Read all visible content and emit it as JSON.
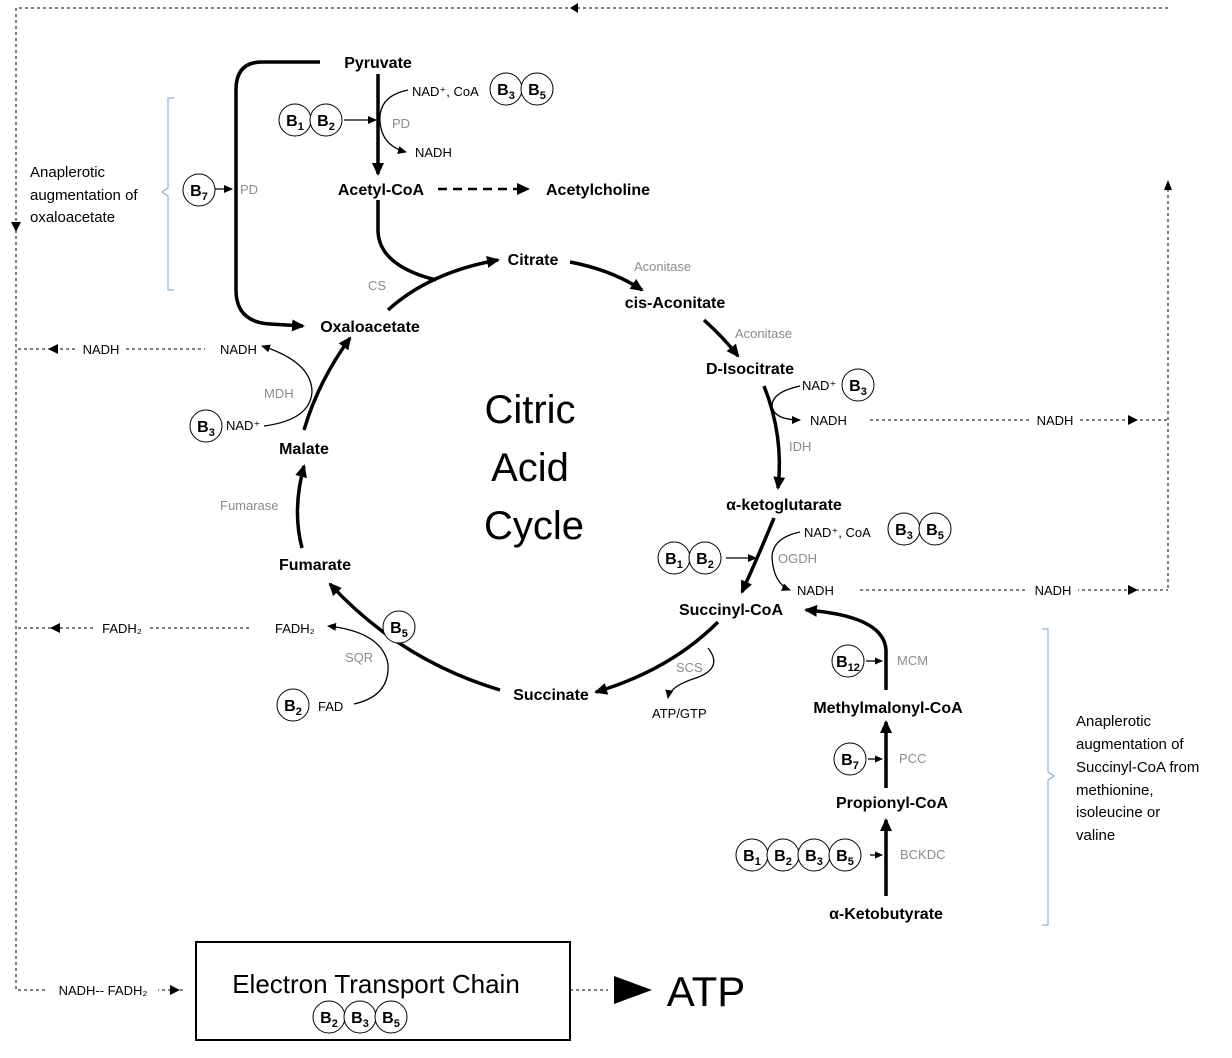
{
  "metabolites": {
    "pyruvate": "Pyruvate",
    "acetyl_coa": "Acetyl-CoA",
    "acetylcholine": "Acetylcholine",
    "citrate": "Citrate",
    "cis_aconitate": "cis-Aconitate",
    "d_isocitrate": "D-Isocitrate",
    "alpha_ketoglutarate": "α-ketoglutarate",
    "succinyl_coa": "Succinyl-CoA",
    "succinate": "Succinate",
    "fumarate": "Fumarate",
    "malate": "Malate",
    "oxaloacetate": "Oxaloacetate",
    "methylmalonyl_coa": "Methylmalonyl-CoA",
    "propionyl_coa": "Propionyl-CoA",
    "alpha_ketobutyrate": "α-Ketobutyrate"
  },
  "enzymes": {
    "pd_top": "PD",
    "pd_left": "PD",
    "cs": "CS",
    "aconitase_1": "Aconitase",
    "aconitase_2": "Aconitase",
    "idh": "IDH",
    "ogdh": "OGDH",
    "scs": "SCS",
    "sqr": "SQR",
    "fumarase": "Fumarase",
    "mdh": "MDH",
    "mcm": "MCM",
    "pcc": "PCC",
    "bckdc": "BCKDC"
  },
  "cofactors": {
    "pd_in": "NAD⁺, CoA",
    "pd_out": "NADH",
    "idh_in": "NAD⁺",
    "idh_out": "NADH",
    "ogdh_in": "NAD⁺, CoA",
    "ogdh_out": "NADH",
    "scs_out": "ATP/GTP",
    "sqr_in": "FAD",
    "sqr_out": "FADH₂",
    "mdh_in": "NAD⁺",
    "mdh_out": "NADH"
  },
  "flows": {
    "nadh_right_1": "NADH",
    "nadh_right_2": "NADH",
    "nadh_left": "NADH",
    "fadh2_left": "FADH₂",
    "etc_input": "NADH-- FADH₂"
  },
  "cycle_title": [
    "Citric",
    "Acid",
    "Cycle"
  ],
  "notes": {
    "left": [
      "Anaplerotic",
      "augmentation of",
      "oxaloacetate"
    ],
    "right": [
      "Anaplerotic",
      "augmentation of",
      "Succinyl-CoA from",
      "methionine,",
      "isoleucine or",
      "valine"
    ]
  },
  "etc": {
    "label": "Electron Transport Chain",
    "atp": "ATP"
  },
  "vitamins": {
    "pd_left": [
      {
        "letter": "B",
        "sub": "1"
      },
      {
        "letter": "B",
        "sub": "2"
      }
    ],
    "pd_right": [
      {
        "letter": "B",
        "sub": "3"
      },
      {
        "letter": "B",
        "sub": "5"
      }
    ],
    "pd_anaplerotic": [
      {
        "letter": "B",
        "sub": "7"
      }
    ],
    "idh": [
      {
        "letter": "B",
        "sub": "3"
      }
    ],
    "ogdh_right": [
      {
        "letter": "B",
        "sub": "3"
      },
      {
        "letter": "B",
        "sub": "5"
      }
    ],
    "ogdh_left": [
      {
        "letter": "B",
        "sub": "1"
      },
      {
        "letter": "B",
        "sub": "2"
      }
    ],
    "sqr_top": [
      {
        "letter": "B",
        "sub": "5"
      }
    ],
    "sqr_bottom": [
      {
        "letter": "B",
        "sub": "2"
      }
    ],
    "mdh": [
      {
        "letter": "B",
        "sub": "3"
      }
    ],
    "mcm": [
      {
        "letter": "B",
        "sub": "12"
      }
    ],
    "pcc": [
      {
        "letter": "B",
        "sub": "7"
      }
    ],
    "bckdc": [
      {
        "letter": "B",
        "sub": "1"
      },
      {
        "letter": "B",
        "sub": "2"
      },
      {
        "letter": "B",
        "sub": "3"
      },
      {
        "letter": "B",
        "sub": "5"
      }
    ],
    "etc": [
      {
        "letter": "B",
        "sub": "2"
      },
      {
        "letter": "B",
        "sub": "3"
      },
      {
        "letter": "B",
        "sub": "5"
      }
    ]
  }
}
